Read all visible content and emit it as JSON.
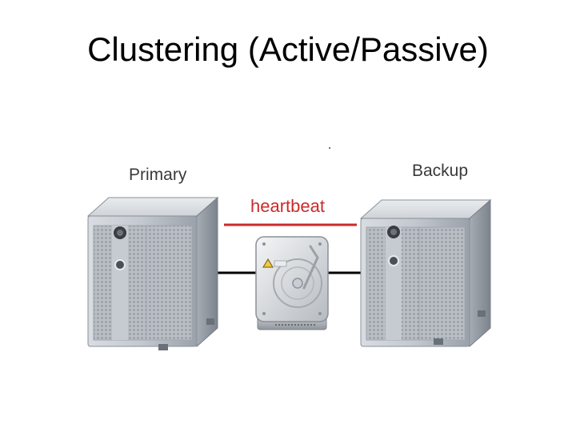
{
  "slide": {
    "title": "Clustering (Active/Passive)"
  },
  "diagram": {
    "nodes": {
      "primary": {
        "label": "Primary",
        "icon": "server-tower-icon"
      },
      "backup": {
        "label": "Backup",
        "icon": "server-tower-icon"
      },
      "storage": {
        "icon": "shared-disk-icon"
      }
    },
    "links": {
      "heartbeat": {
        "label": "heartbeat",
        "color": "#cc2a2a"
      },
      "primary_to_storage": {
        "color": "#000000"
      },
      "storage_to_backup": {
        "color": "#000000"
      }
    }
  }
}
